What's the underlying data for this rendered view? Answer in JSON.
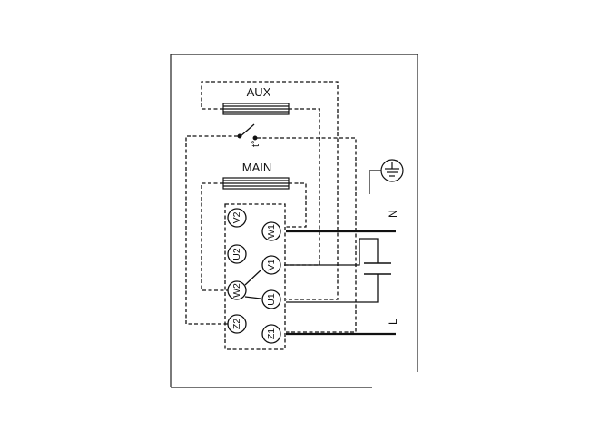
{
  "labels": {
    "aux": "AUX",
    "main": "MAIN",
    "thermal": "t°",
    "neutral": "N",
    "line": "L"
  },
  "terminals": {
    "v2": "V2",
    "w1": "W1",
    "u2": "U2",
    "v1": "V1",
    "w2": "W2",
    "u1": "U1",
    "z2": "Z2",
    "z1": "Z1"
  },
  "colors": {
    "line": "#111111",
    "background": "#ffffff"
  }
}
